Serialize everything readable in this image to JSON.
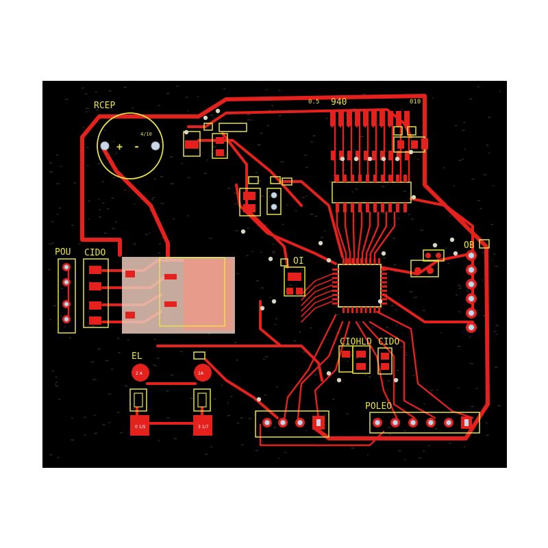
{
  "board": {
    "background": "#ffffff",
    "pcb_color": "#000000",
    "copper_color": "#e5211e",
    "silkscreen_color": "#e8e24a",
    "pad_hole_color": "#c9d7e6"
  },
  "labels": {
    "capacitor": "RCEP",
    "top_chip": "940",
    "left_header": "POU",
    "module": "CIDO",
    "indicator": "EL",
    "right_header": "OB",
    "bottom_header": "POLEO",
    "mid_part": "OI",
    "center_left": "CIOHLD",
    "center_right": "CIDO",
    "cap_plus": "+",
    "cap_minus": "-",
    "cap_value": "4/10",
    "top_small_left": "0.5",
    "top_small_right": "010",
    "led_left": "2 A",
    "led_right": "2A",
    "sw_left": "0 1/S",
    "sw_right": "3 1/7"
  },
  "icons": {
    "capacitor": "electrolytic-capacitor-icon",
    "chip": "qfp-chip-icon",
    "header": "pin-header-icon",
    "led": "led-icon",
    "switch": "tactile-switch-icon"
  }
}
